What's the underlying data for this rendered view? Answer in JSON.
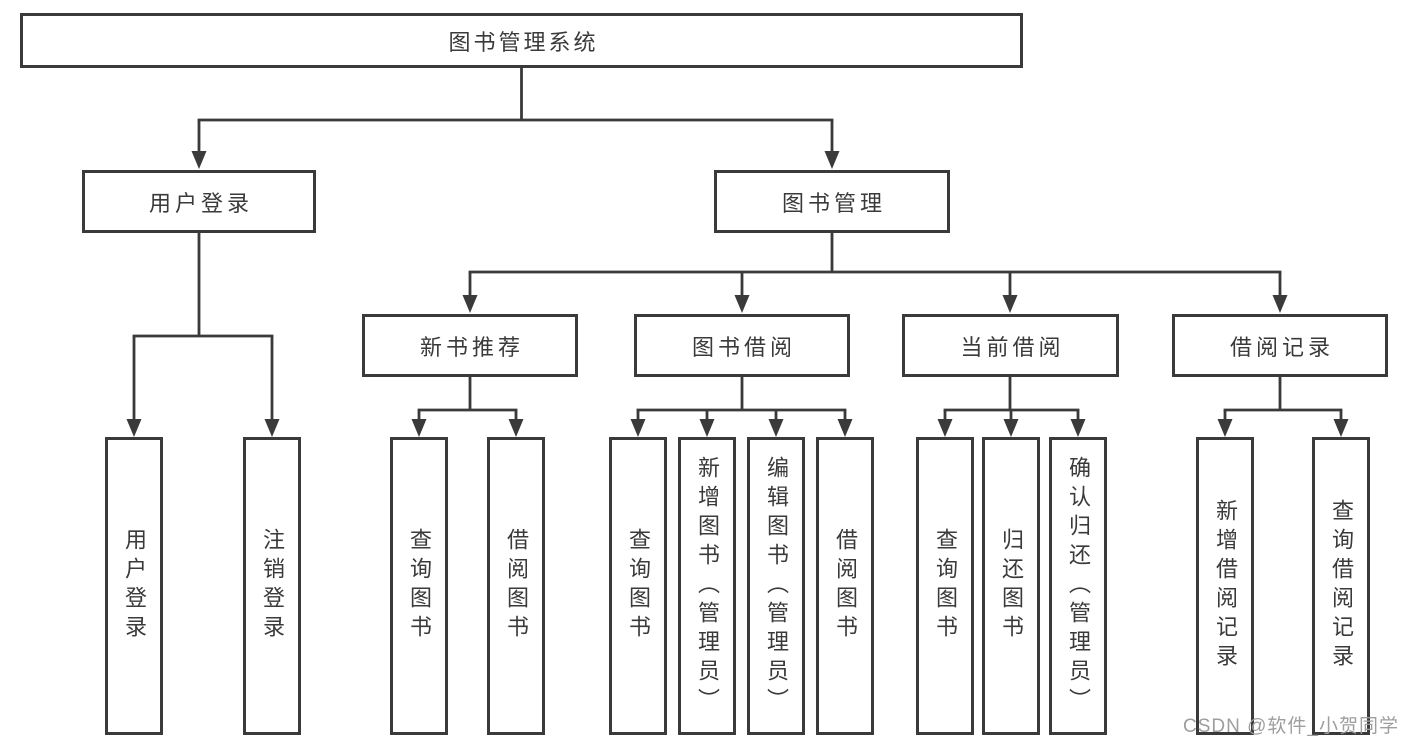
{
  "colors": {
    "line": "#3a3a3a",
    "text": "#3a3a3a",
    "box_background": "#ffffff",
    "watermark": "#9e9e9e"
  },
  "tree": {
    "root": "图书管理系统",
    "branches": [
      {
        "label": "用户登录",
        "children": [
          "用户登录",
          "注销登录"
        ]
      },
      {
        "label": "图书管理",
        "children": [
          {
            "label": "新书推荐",
            "children": [
              "查询图书",
              "借阅图书"
            ]
          },
          {
            "label": "图书借阅",
            "children": [
              "查询图书",
              "新增图书（管理员）",
              "编辑图书（管理员）",
              "借阅图书"
            ]
          },
          {
            "label": "当前借阅",
            "children": [
              "查询图书",
              "归还图书",
              "确认归还（管理员）"
            ]
          },
          {
            "label": "借阅记录",
            "children": [
              "新增借阅记录",
              "查询借阅记录"
            ]
          }
        ]
      }
    ]
  },
  "watermark": "CSDN @软件_小贺同学"
}
